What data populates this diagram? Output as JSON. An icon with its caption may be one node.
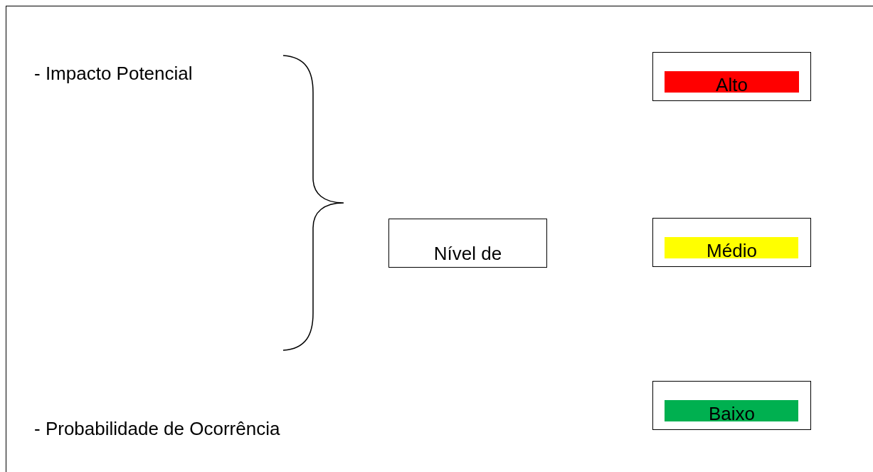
{
  "diagram": {
    "nodes": [
      {
        "text": [
          "Nível de"
        ]
      },
      {
        "text": [
          "Alto"
        ]
      },
      {
        "text": [
          "Médio"
        ]
      },
      {
        "text": [
          "Baixo"
        ]
      }
    ],
    "labels": [
      "- Impacto Potencial",
      "- Probabilidade de Ocorrência"
    ]
  }
}
